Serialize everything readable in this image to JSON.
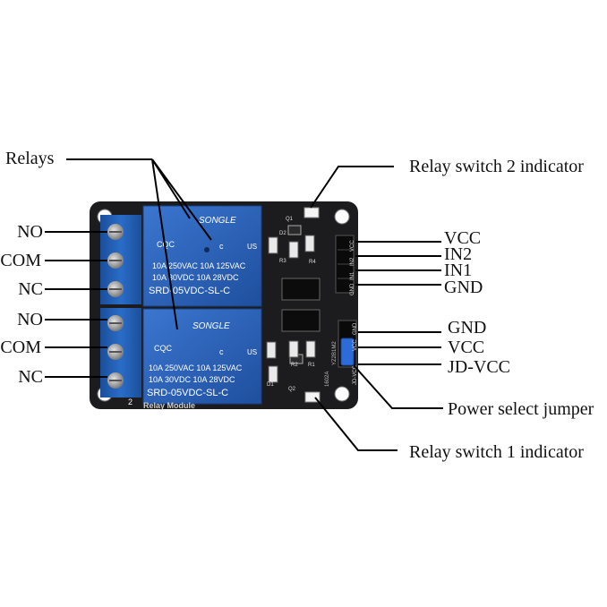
{
  "labels": {
    "relays": "Relays",
    "relay_switch_2_indicator": "Relay switch 2 indicator",
    "relay_switch_1_indicator": "Relay switch 1 indicator",
    "power_select_jumper": "Power select jumper",
    "left_terminals": [
      "NO",
      "COM",
      "NC",
      "NO",
      "COM",
      "NC"
    ],
    "top_header": [
      "VCC",
      "IN2",
      "IN1",
      "GND"
    ],
    "bottom_header": [
      "GND",
      "VCC",
      "JD-VCC"
    ]
  },
  "board": {
    "relay_brand": "SONGLE",
    "relay_ratings": [
      "10A 250VAC  10A 125VAC",
      "10A  30VDC  10A  28VDC"
    ],
    "relay_model": "SRD-05VDC-SL-C",
    "cert_marks": [
      "CQC",
      "c",
      "US"
    ],
    "silkscreen_header_top": [
      "GND",
      "IN1",
      "IN2",
      "VCC"
    ],
    "silkscreen_header_bottom": [
      "GND",
      "VCC",
      "JD-VCC"
    ],
    "silkscreen_parts": [
      "D2",
      "R3",
      "R4",
      "R2",
      "R1",
      "D1",
      "Q1",
      "Q2"
    ],
    "board_label": "Relay Module",
    "channel_number": "2",
    "ic_label": "1602A",
    "ic_label_2": "YZ2B1M2"
  },
  "colors": {
    "board": "#1c1c1e",
    "relay_blue": "#2a5fb8",
    "terminal_blue": "#1f5fb5",
    "screw": "#b9b9b9",
    "leader_line": "#000000",
    "jumper": "#2c6bd8"
  }
}
